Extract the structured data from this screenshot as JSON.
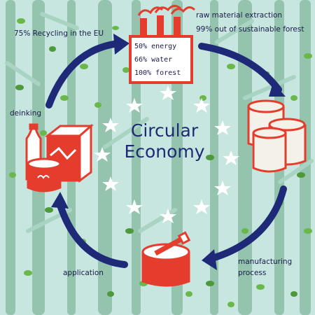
{
  "title": {
    "line1": "Circular",
    "line2": "Economy"
  },
  "labels": {
    "recycling": "75% Recycling in the EU",
    "raw_material_line1": "raw material extraction",
    "raw_material_line2": "99% out of sustainable forest",
    "deinking": "deinking",
    "application": "application",
    "manufacturing_line1": "manufacturing",
    "manufacturing_line2": "process"
  },
  "factory_stats": [
    "50% energy",
    "66% water",
    "100% forest"
  ],
  "icons": [
    "factory-icon",
    "paper-rolls-icon",
    "paint-can-icon",
    "packaging-icon",
    "cycle-arrows-icon",
    "star-icon",
    "tree-icon"
  ],
  "colors": {
    "background": "#c8e6e0",
    "trunk": "#8cbfa6",
    "leaf": "#6bb84a",
    "arrow": "#1e2a78",
    "drawing": "#e43d2e",
    "text": "#1b1b4a"
  }
}
